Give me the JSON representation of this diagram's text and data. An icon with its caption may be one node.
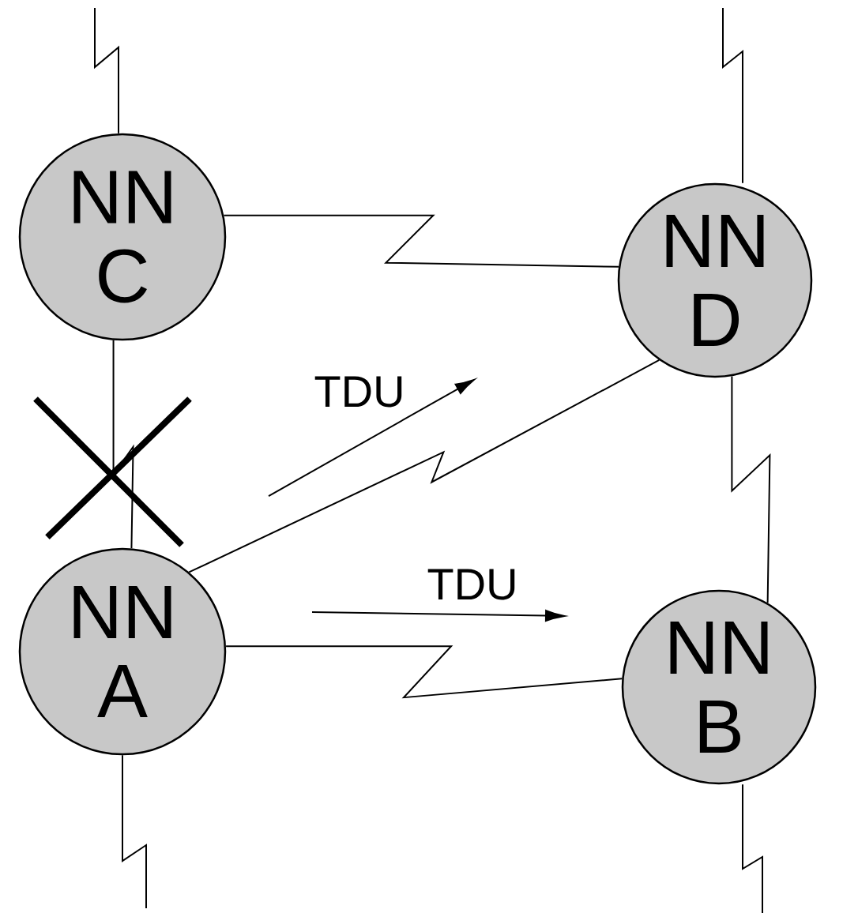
{
  "diagram": {
    "nodes": [
      {
        "text": [
          "NN C"
        ]
      },
      {
        "text": [
          "NN D"
        ]
      },
      {
        "text": [
          "NN A"
        ]
      },
      {
        "text": [
          "NN B"
        ]
      }
    ],
    "edges": [
      {
        "from": 0,
        "to": 1,
        "arrow": "none"
      },
      {
        "from": null,
        "to": 0,
        "arrow": "none"
      },
      {
        "from": null,
        "to": 1,
        "arrow": "none"
      },
      {
        "from": 0,
        "to": 2,
        "arrow": "none"
      },
      {
        "from": 2,
        "to": 1,
        "arrow": "none"
      },
      {
        "from": 1,
        "to": 3,
        "arrow": "none"
      },
      {
        "from": 2,
        "to": 3,
        "arrow": "none"
      },
      {
        "from": 2,
        "to": null,
        "arrow": "none"
      },
      {
        "from": 3,
        "to": null,
        "arrow": "none"
      }
    ],
    "labels": [
      "TDU",
      "TDU"
    ]
  }
}
